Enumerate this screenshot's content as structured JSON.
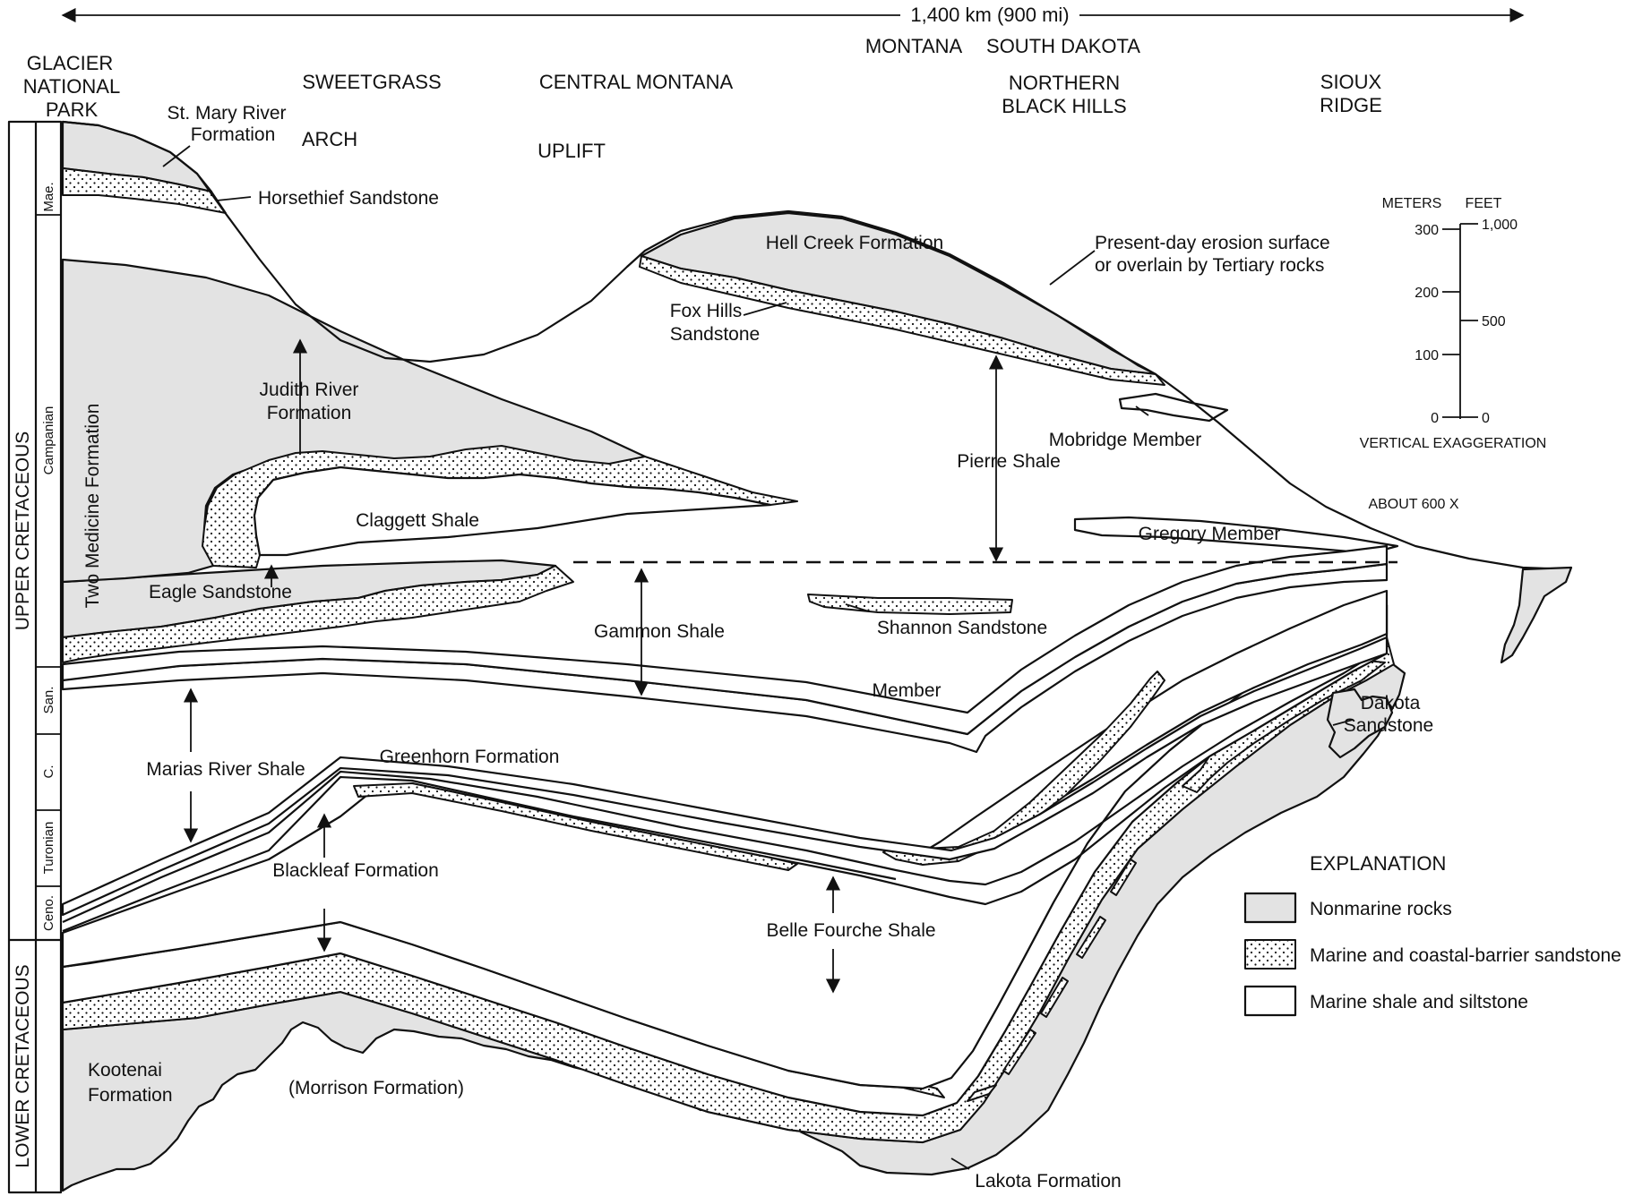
{
  "colors": {
    "nonmarine": "#e3e3e3",
    "sandstone_dots": "#111111",
    "shale": "#ffffff",
    "line": "#111111"
  },
  "scale_bar": "1,400 km  (900 mi)",
  "locations": {
    "glacier": [
      "GLACIER",
      "NATIONAL",
      "PARK"
    ],
    "sweetgrass": [
      "SWEETGRASS",
      "ARCH"
    ],
    "central_montana": [
      "CENTRAL MONTANA",
      "UPLIFT"
    ],
    "montana": "MONTANA",
    "south_dakota": "SOUTH DAKOTA",
    "black_hills": [
      "NORTHERN",
      "BLACK HILLS"
    ],
    "sioux": [
      "SIOUX",
      "RIDGE"
    ]
  },
  "time_column": {
    "upper": "UPPER CRETACEOUS",
    "lower": "LOWER CRETACEOUS",
    "stages": [
      "Mae.",
      "Campanian",
      "San.",
      "C.",
      "Turonian",
      "Ceno."
    ]
  },
  "labels": {
    "st_mary": [
      "St. Mary River",
      "Formation"
    ],
    "horsethief": "Horsethief Sandstone",
    "hell_creek": "Hell Creek Formation",
    "erosion": [
      "Present-day erosion surface",
      "or overlain by Tertiary rocks"
    ],
    "fox_hills": [
      "Fox Hills",
      "Sandstone"
    ],
    "two_medicine": "Two Medicine Formation",
    "judith_river": [
      "Judith River",
      "Formation"
    ],
    "mobridge": "Mobridge Member",
    "pierre": "Pierre Shale",
    "claggett": "Claggett Shale",
    "gregory": "Gregory Member",
    "eagle": "Eagle Sandstone",
    "gammon": "Gammon Shale",
    "shannon": "Shannon Sandstone",
    "member": "Member",
    "marias": "Marias River Shale",
    "greenhorn": "Greenhorn Formation",
    "dakota": [
      "Dakota",
      "Sandstone"
    ],
    "blackleaf": "Blackleaf Formation",
    "belle_fourche": "Belle Fourche Shale",
    "kootenai": [
      "Kootenai",
      "Formation"
    ],
    "morrison": "(Morrison Formation)",
    "lakota": "Lakota Formation"
  },
  "vertical_scale": {
    "meters_header": "METERS",
    "feet_header": "FEET",
    "meters_ticks": [
      "300",
      "200",
      "100",
      "0"
    ],
    "feet_ticks": [
      "1,000",
      "500",
      "0"
    ],
    "caption": "VERTICAL EXAGGERATION",
    "caption2": "ABOUT 600 X"
  },
  "legend": {
    "title": "EXPLANATION",
    "items": [
      "Nonmarine rocks",
      "Marine and coastal-barrier sandstone",
      "Marine shale and siltstone"
    ]
  }
}
